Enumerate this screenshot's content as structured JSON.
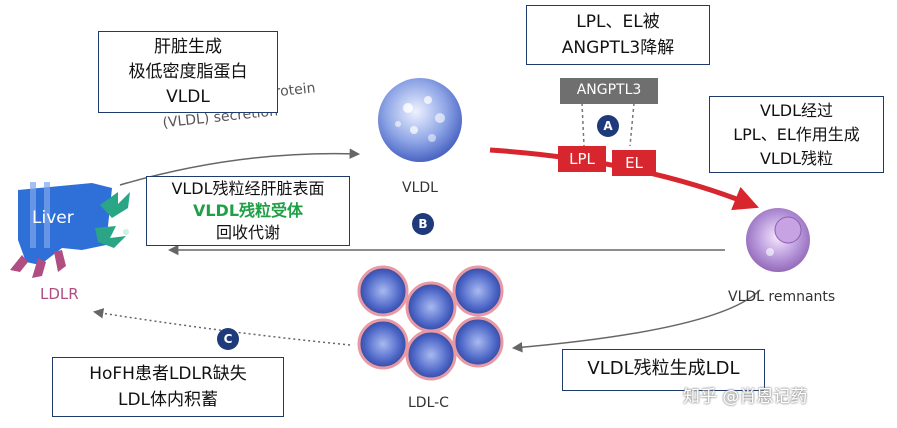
{
  "liver": {
    "label": "Liver",
    "receptor_label": "LDLR"
  },
  "secretion_label": "Very low-density lipoprotein (VLDL) secretion",
  "vldl_label": "VLDL",
  "remnants_label": "VLDL remnants",
  "ldl_label": "LDL-C",
  "angptl3_label": "ANGPTL3",
  "enzymes": {
    "lpl": "LPL",
    "el": "EL"
  },
  "badges": {
    "a": "A",
    "b": "B",
    "c": "C"
  },
  "boxes": {
    "liver_production": [
      "肝脏生成",
      "极低密度脂蛋白",
      "VLDL"
    ],
    "degradation": [
      "LPL、EL被",
      "ANGPTL3降解"
    ],
    "remnant_formation": [
      "VLDL经过",
      "LPL、EL作用生成",
      "VLDL残粒"
    ],
    "receptor_uptake": [
      "VLDL残粒经肝脏表面",
      "VLDL残粒受体",
      "回收代谢"
    ],
    "ldl_generation": [
      "VLDL残粒生成LDL"
    ],
    "hofh": [
      "HoFH患者LDLR缺失",
      "LDL体内积蓄"
    ]
  },
  "watermark": "知乎 @肖恩记药",
  "colors": {
    "box_border": "#1f3b6b",
    "red_arrow": "#d7262e",
    "badge": "#1f3a7a",
    "liver": "#2f6fd8",
    "receptor": "#b04d83",
    "highlight": "#20a046",
    "particle": "#6b88d8"
  }
}
